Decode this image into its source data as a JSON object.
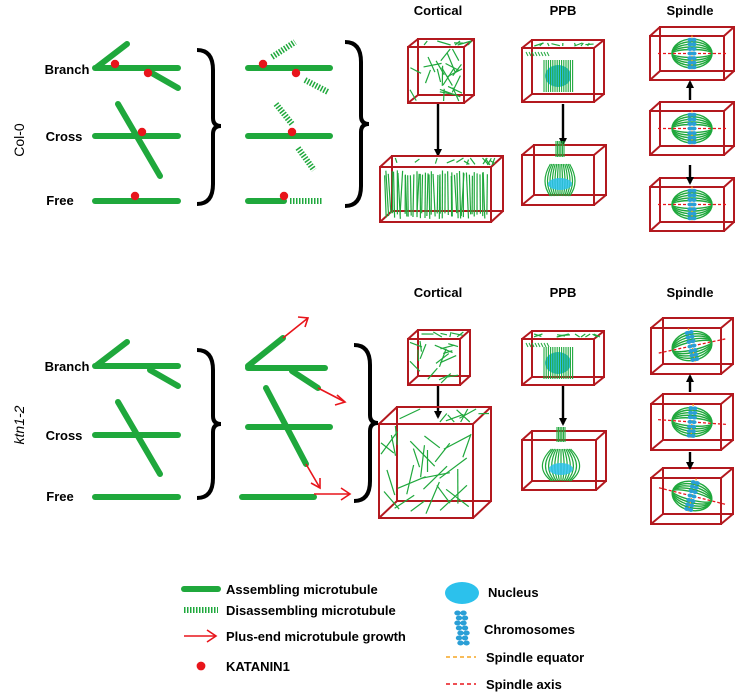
{
  "colors": {
    "microtubule": "#1fa83c",
    "katanin": "#e8151b",
    "growth_arrow": "#e8151b",
    "box": "#b3191f",
    "nucleus": "#2cc1ec",
    "chromosome": "#2a9fd6",
    "equator": "#f5a623",
    "axis": "#e8151b",
    "bracket": "#000000"
  },
  "panels": [
    {
      "genotype": "Col-0",
      "genotype_italic": false,
      "rows": [
        "Branch",
        "Cross",
        "Free"
      ],
      "columns": [
        "Cortical",
        "PPB",
        "Spindle"
      ]
    },
    {
      "genotype": "ktn1-2",
      "genotype_italic": true,
      "rows": [
        "Branch",
        "Cross",
        "Free"
      ],
      "columns": [
        "Cortical",
        "PPB",
        "Spindle"
      ]
    }
  ],
  "legend": {
    "assembling": "Assembling microtubule",
    "disassembling": "Disassembling microtubule",
    "plus_end": "Plus-end microtubule growth",
    "katanin": "KATANIN1",
    "nucleus": "Nucleus",
    "chromosomes": "Chromosomes",
    "equator": "Spindle equator",
    "axis": "Spindle axis"
  }
}
